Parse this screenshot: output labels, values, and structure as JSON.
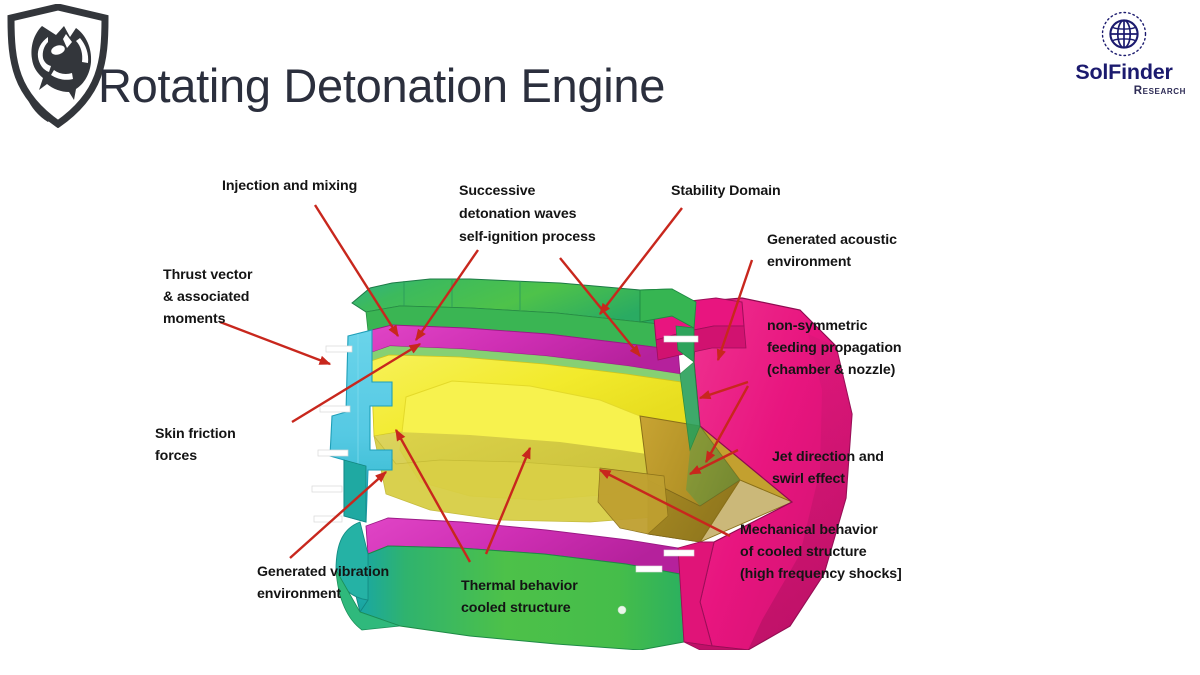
{
  "header": {
    "title": "Rotating Detonation Engine",
    "shield_logo_icon": "lion-shield-logo-icon",
    "brand": {
      "globe_icon": "globe-icon",
      "name": "SolFinder",
      "subtitle": "Research"
    }
  },
  "figure": {
    "name": "rotating-detonation-engine-cutaway-diagram",
    "annotations": [
      {
        "id": "injection-and-mixing",
        "lines": [
          "Injection and mixing"
        ]
      },
      {
        "id": "successive-detonation-waves",
        "lines": [
          "Successive",
          "detonation waves",
          "self-ignition process"
        ]
      },
      {
        "id": "stability-domain",
        "lines": [
          "Stability Domain"
        ]
      },
      {
        "id": "generated-acoustic-environment",
        "lines": [
          "Generated acoustic",
          "environment"
        ]
      },
      {
        "id": "thrust-vector-and-associated-moments",
        "lines": [
          "Thrust vector",
          "& associated",
          "moments"
        ]
      },
      {
        "id": "non-symmetric-feeding-propagation",
        "lines": [
          "non-symmetric",
          "feeding propagation",
          "(chamber & nozzle)"
        ]
      },
      {
        "id": "skin-friction-forces",
        "lines": [
          "Skin friction",
          "forces"
        ]
      },
      {
        "id": "jet-direction-and-swirl-effect",
        "lines": [
          "Jet direction and",
          "swirl effect"
        ]
      },
      {
        "id": "mechanical-behavior-of-cooled-structure",
        "lines": [
          "Mechanical behavior",
          "of cooled  structure",
          "(high frequency shocks]"
        ]
      },
      {
        "id": "generated-vibration-environment",
        "lines": [
          "Generated vibration",
          "environment"
        ]
      },
      {
        "id": "thermal-behavior-cooled-structure",
        "lines": [
          "Thermal behavior",
          "cooled structure"
        ]
      }
    ],
    "colors": {
      "arrow": "#c8271d",
      "label_text": "#141414",
      "inlet_cyan": "#55c9e3",
      "shell_green": "#45b94a",
      "shell_green_dark": "#199c56",
      "ring_magenta": "#cf2fb4",
      "chamber_yellow": "#f2ea2c",
      "cone_gold": "#b79428",
      "nozzle_pink": "#e8157f",
      "nozzle_pink_dark": "#c31269",
      "teal_edge": "#17a39b",
      "background": "#ffffff"
    }
  },
  "theme": {
    "title_color": "#2b2f3d",
    "brand_navy": "#1b1a6e",
    "page_background": "#ffffff"
  }
}
